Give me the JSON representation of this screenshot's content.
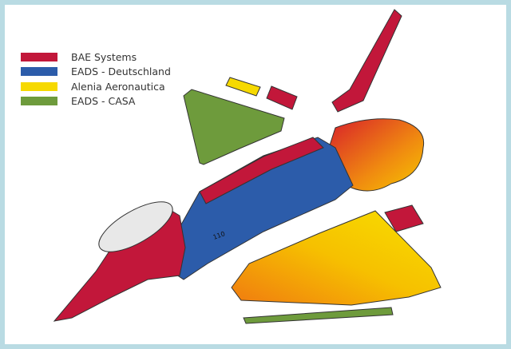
{
  "legend": [
    {
      "label": "BAE Systems",
      "color": "#c2173a"
    },
    {
      "label": "EADS - Deutschland",
      "color": "#2c5caa"
    },
    {
      "label": "Alenia Aeronautica",
      "color": "#f6d900"
    },
    {
      "label": "EADS - CASA",
      "color": "#6e9b3c"
    }
  ],
  "fuselage_marking": "110"
}
